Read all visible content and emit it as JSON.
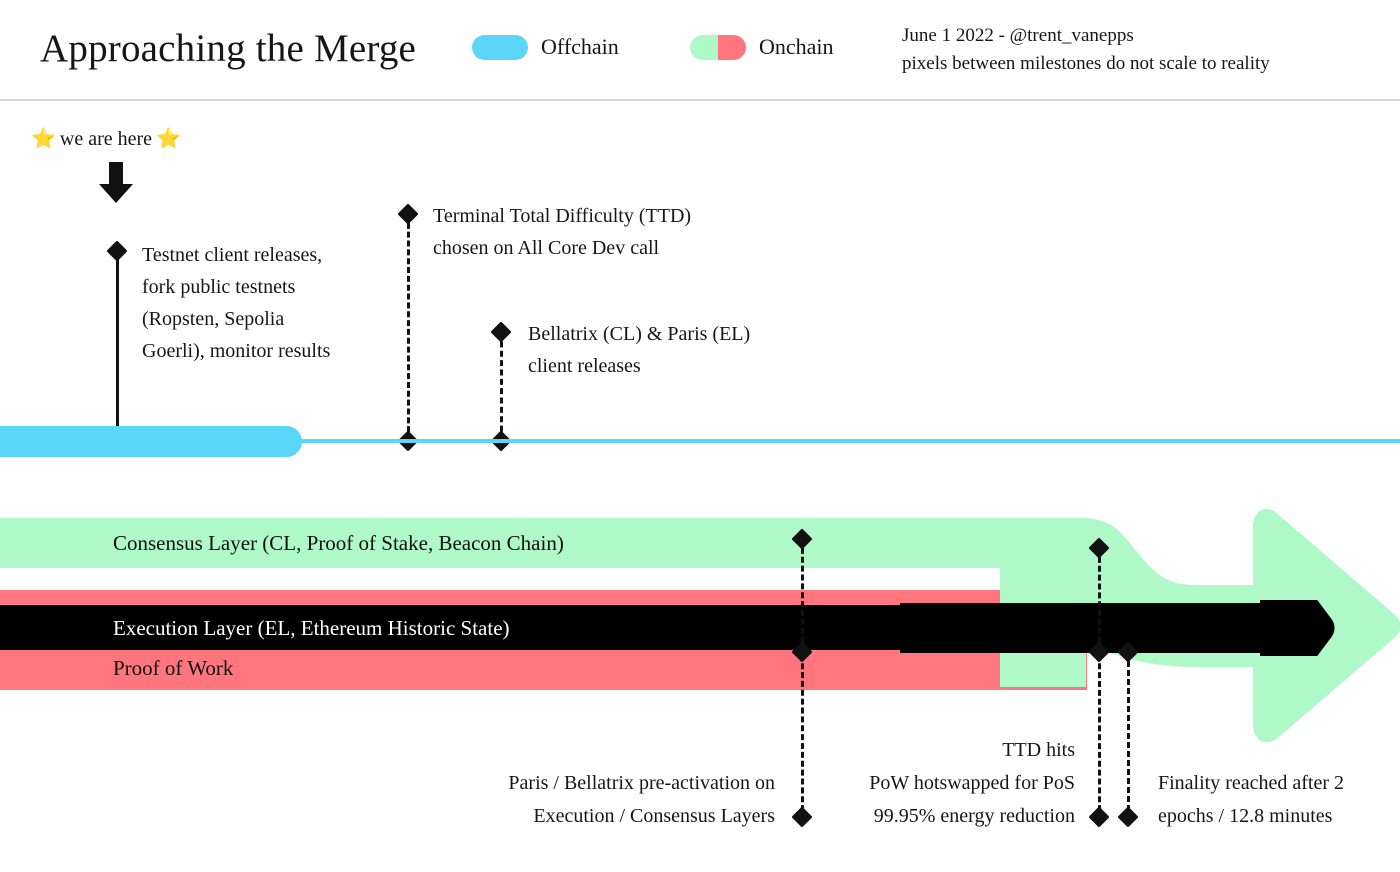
{
  "header": {
    "title": "Approaching the Merge",
    "legend": [
      {
        "name": "offchain",
        "label": "Offchain",
        "colors": [
          "#5BD5F8",
          "#5BD5F8"
        ]
      },
      {
        "name": "onchain",
        "label": "Onchain",
        "colors": [
          "#AFF8C8",
          "#FF767F"
        ]
      }
    ],
    "meta_lines": [
      "June 1 2022 - @trent_vanepps",
      "pixels between milestones do not scale to reality"
    ]
  },
  "we_are_here": {
    "star_left": "⭐",
    "label": "we are here",
    "star_right": "⭐"
  },
  "offchain_milestones": [
    {
      "id": "testnet-client-releases",
      "lines": [
        "Testnet client releases,",
        "fork public testnets",
        "(Ropsten, Sepolia",
        "Goerli), monitor results"
      ],
      "connector": "solid"
    },
    {
      "id": "ttd-chosen",
      "lines": [
        "Terminal Total Difficulty (TTD)",
        "chosen on All Core Dev call"
      ],
      "connector": "dotted"
    },
    {
      "id": "bellatrix-paris-client-releases",
      "lines": [
        "Bellatrix (CL) & Paris (EL)",
        "client releases"
      ],
      "connector": "dotted"
    }
  ],
  "onchain_bands": {
    "consensus_layer": "Consensus Layer (CL, Proof of Stake, Beacon Chain)",
    "execution_layer": "Execution Layer (EL, Ethereum Historic State)",
    "proof_of_work": "Proof of Work"
  },
  "onchain_milestones": [
    {
      "id": "pre-activation",
      "lines": [
        "Paris / Bellatrix pre-activation on",
        "Execution / Consensus Layers"
      ]
    },
    {
      "id": "ttd-hits",
      "lines": [
        "TTD hits",
        "PoW hotswapped for PoS",
        "99.95% energy reduction"
      ]
    },
    {
      "id": "finality",
      "lines": [
        "Finality reached after 2",
        "epochs / 12.8 minutes"
      ]
    }
  ],
  "colors": {
    "offchain_blue": "#5BD5F8",
    "onchain_green": "#AFF8C8",
    "onchain_red": "#FF767F",
    "black": "#000000",
    "background": "#FFFFFF",
    "rule": "#D8D8D8"
  }
}
